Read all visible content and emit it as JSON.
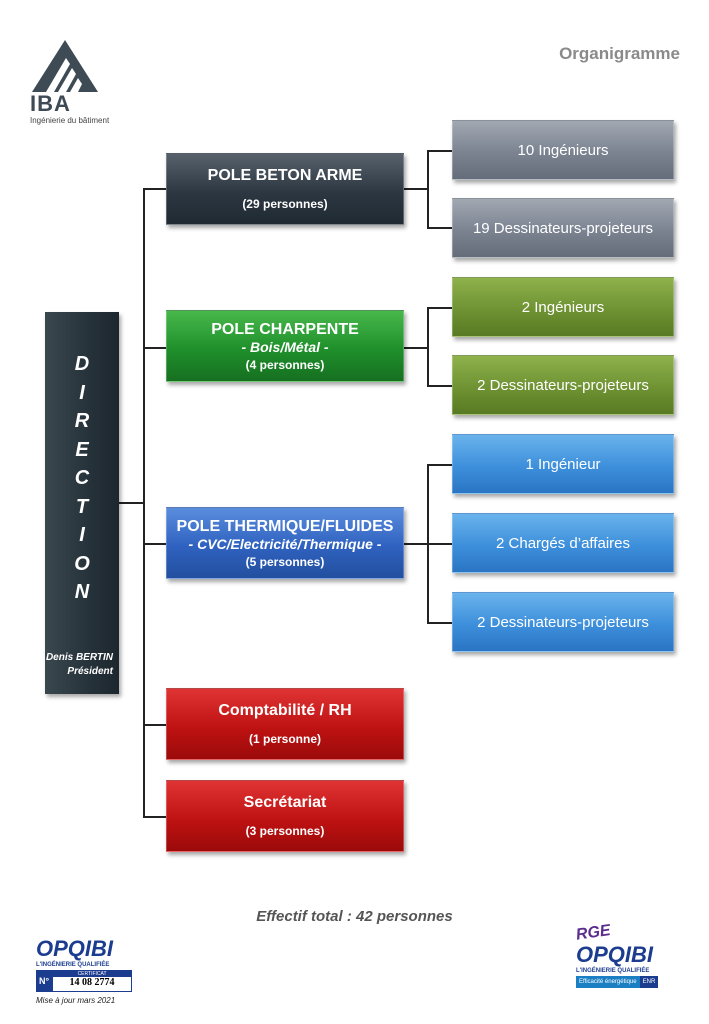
{
  "header": {
    "title": "Organigramme"
  },
  "logo": {
    "name": "IBA",
    "tagline": "Ingénierie du bâtiment"
  },
  "direction": {
    "letters": [
      "D",
      "I",
      "R",
      "E",
      "C",
      "T",
      "I",
      "O",
      "N"
    ],
    "person": "Denis BERTIN",
    "role": "Président"
  },
  "poles": [
    {
      "title": "POLE BETON ARME",
      "subtitle": "",
      "count": "(29 personnes)"
    },
    {
      "title": "POLE CHARPENTE",
      "subtitle": "- Bois/Métal -",
      "count": "(4 personnes)"
    },
    {
      "title": "POLE THERMIQUE/FLUIDES",
      "subtitle": "- CVC/Electricité/Thermique -",
      "count": "(5 personnes)"
    },
    {
      "title": "Comptabilité  / RH",
      "subtitle": "",
      "count": "(1 personne)"
    },
    {
      "title": "Secrétariat",
      "subtitle": "",
      "count": "(3 personnes)"
    }
  ],
  "teams": {
    "beton": [
      "10 Ingénieurs",
      "19  Dessinateurs-projeteurs"
    ],
    "charpente": [
      "2 Ingénieurs",
      "2 Dessinateurs-projeteurs"
    ],
    "thermique": [
      "1 Ingénieur",
      "2 Chargés d’affaires",
      "2 Dessinateurs-projeteurs"
    ]
  },
  "footer": {
    "total": "Effectif total : 42 personnes",
    "update": "Mise à jour mars 2021",
    "cert_left": {
      "brand": "OPQIBI",
      "line": "L'INGÉNIERIE QUALIFIÉE",
      "cert_label": "CERTIFICAT",
      "cert_no_label": "N°",
      "cert_no": "14 08 2774"
    },
    "cert_right": {
      "rge": "RGE",
      "brand": "OPQIBI",
      "line": "L'INGÉNIERIE QUALIFIÉE",
      "badge": "Efficacité énergétique",
      "badge2": "ENR"
    }
  }
}
